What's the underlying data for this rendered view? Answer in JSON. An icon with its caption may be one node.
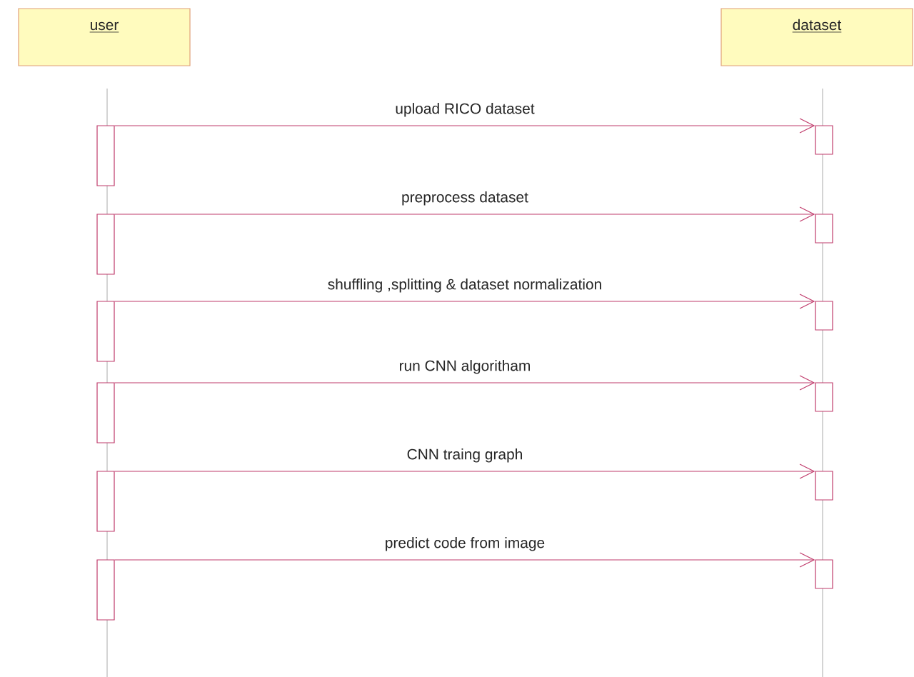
{
  "diagram": {
    "nodes": [
      {
        "text": [
          "user"
        ]
      },
      {
        "text": [
          "dataset"
        ]
      },
      {
        "text": [],
        "shape": "box"
      },
      {
        "text": [],
        "shape": "box"
      },
      {
        "text": [],
        "shape": "box"
      },
      {
        "text": [],
        "shape": "box"
      },
      {
        "text": [],
        "shape": "box"
      },
      {
        "text": [],
        "shape": "box"
      },
      {
        "text": [],
        "shape": "box"
      },
      {
        "text": [],
        "shape": "box"
      },
      {
        "text": [],
        "shape": "box"
      },
      {
        "text": [],
        "shape": "box"
      },
      {
        "text": [],
        "shape": "box"
      },
      {
        "text": [],
        "shape": "box"
      }
    ],
    "edges": [
      {
        "from": 2,
        "to": 8,
        "arrow": "to",
        "label": "upload RICO dataset"
      },
      {
        "from": 3,
        "to": 9,
        "arrow": "to",
        "label": "preprocess dataset"
      },
      {
        "from": 4,
        "to": 10,
        "arrow": "to",
        "label": "shuffling ,splitting & dataset normalization"
      },
      {
        "from": 5,
        "to": 11,
        "arrow": "to",
        "label": "run CNN algoritham"
      },
      {
        "from": 6,
        "to": 12,
        "arrow": "to",
        "label": "CNN traing graph"
      },
      {
        "from": 7,
        "to": 13,
        "arrow": "to",
        "label": "predict code from image"
      }
    ]
  }
}
